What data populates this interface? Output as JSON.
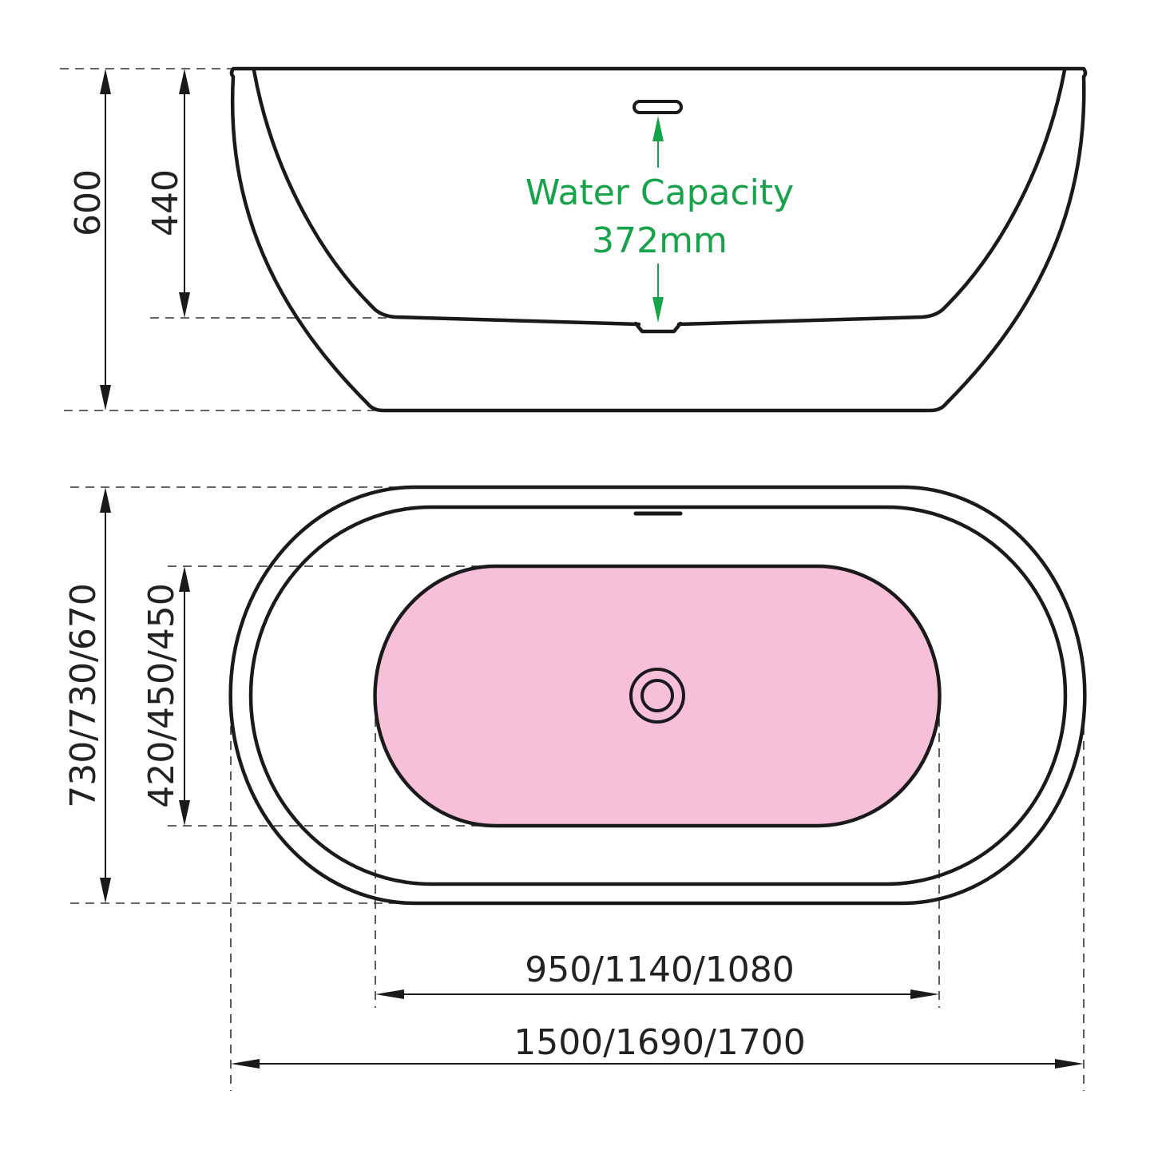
{
  "side_view": {
    "height_total_label": "600",
    "depth_label": "440",
    "water_capacity_title": "Water Capacity",
    "water_capacity_value": "372mm"
  },
  "top_view": {
    "outer_width_label": "730/730/670",
    "inner_width_label": "420/450/450",
    "inner_length_label": "950/1140/1080",
    "outer_length_label": "1500/1690/1700"
  },
  "colors": {
    "outline": "#1a1a1a",
    "water_capacity": "#17a34a",
    "basin_fill": "#f8bfd8"
  }
}
